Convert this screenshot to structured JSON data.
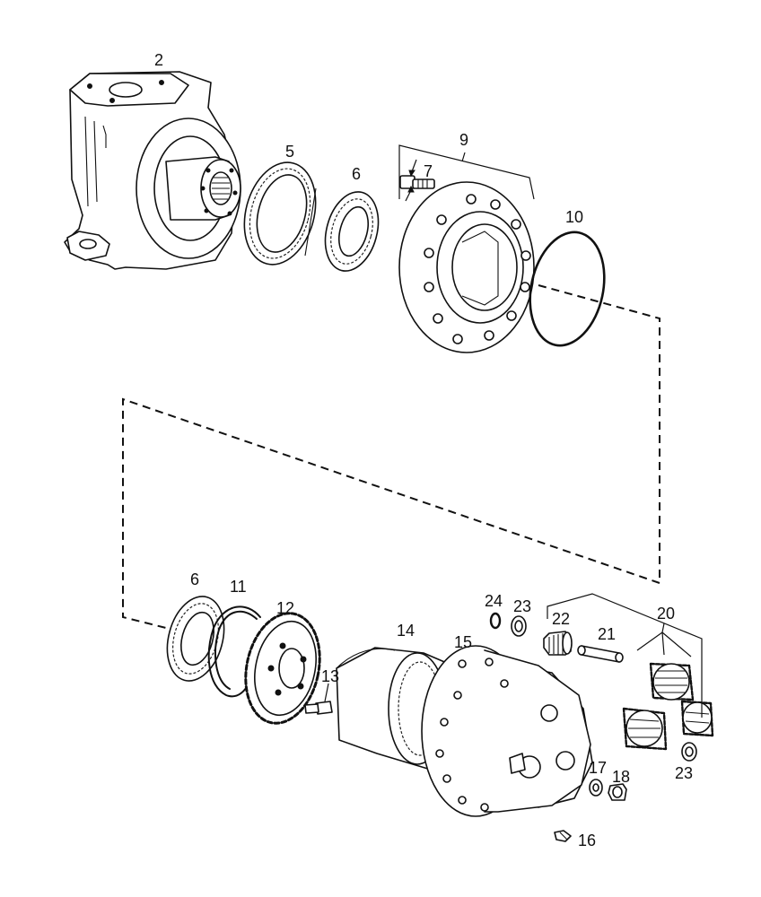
{
  "callouts": {
    "c2": "2",
    "c5": "5",
    "c6a": "6",
    "c7": "7",
    "c9": "9",
    "c10": "10",
    "c6b": "6",
    "c11": "11",
    "c12": "12",
    "c13": "13",
    "c14": "14",
    "c15": "15",
    "c24": "24",
    "c23a": "23",
    "c22": "22",
    "c21": "21",
    "c20": "20",
    "c23b": "23",
    "c17": "17",
    "c18": "18",
    "c16": "16"
  },
  "colors": {
    "line": "#111111",
    "background": "#ffffff"
  }
}
